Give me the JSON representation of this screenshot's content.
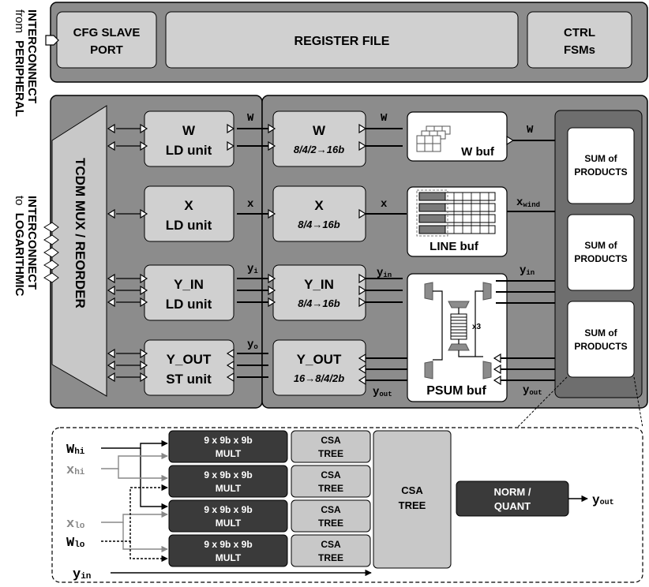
{
  "side_labels": {
    "peripheral": {
      "prefix": "from",
      "name_line1": "PERIPHERAL",
      "name_line2": "INTERCONNECT"
    },
    "logarithmic": {
      "prefix": "to",
      "name_line1": "LOGARITHMIC",
      "name_line2": "INTERCONNECT"
    }
  },
  "top_bar": {
    "cfg_line1": "CFG SLAVE",
    "cfg_line2": "PORT",
    "register_file": "REGISTER FILE",
    "ctrl_line1": "CTRL",
    "ctrl_line2": "FSMs"
  },
  "tcdm": "TCDM MUX / REORDER",
  "ld_units": [
    {
      "line1": "W",
      "line2": "LD unit"
    },
    {
      "line1": "X",
      "line2": "LD unit"
    },
    {
      "line1": "Y_IN",
      "line2": "LD unit"
    },
    {
      "line1": "Y_OUT",
      "line2": "ST unit"
    }
  ],
  "bus_labels": {
    "w": "W",
    "x": "x",
    "yi_base": "y",
    "yi_sub": "i",
    "yo_base": "y",
    "yo_sub": "o"
  },
  "converters": [
    {
      "line1": "W",
      "line2": "8/4/2→16b"
    },
    {
      "line1": "X",
      "line2": "8/4→16b"
    },
    {
      "line1": "Y_IN",
      "line2": "8/4→16b"
    },
    {
      "line1": "Y_OUT",
      "line2": "16→8/4/2b"
    }
  ],
  "conv_out_labels": {
    "w": "W",
    "x": "x",
    "yin_base": "y",
    "yin_sub": "in",
    "yout_base": "y",
    "yout_sub": "out"
  },
  "buffers": {
    "w_buf": "W buf",
    "line_buf": "LINE buf",
    "psum_buf": "PSUM buf",
    "psum_repeat": "x3"
  },
  "buf_out_labels": {
    "w": "W",
    "xwind_base": "x",
    "xwind_sub": "wind",
    "yin_base": "y",
    "yin_sub": "in",
    "yout_base": "y",
    "yout_sub": "out"
  },
  "sop": [
    {
      "line1": "SUM of",
      "line2": "PRODUCTS"
    },
    {
      "line1": "SUM of",
      "line2": "PRODUCTS"
    },
    {
      "line1": "SUM of",
      "line2": "PRODUCTS"
    }
  ],
  "detail": {
    "inputs": [
      {
        "base": "W",
        "sub": "hi",
        "color": "#000000"
      },
      {
        "base": "x",
        "sub": "hi",
        "color": "#888888"
      },
      {
        "base": "x",
        "sub": "lo",
        "color": "#888888"
      },
      {
        "base": "W",
        "sub": "lo",
        "color": "#000000"
      }
    ],
    "yin_base": "y",
    "yin_sub": "in",
    "mults": [
      {
        "line1": "9 x 9b x 9b",
        "line2": "MULT"
      },
      {
        "line1": "9 x 9b x 9b",
        "line2": "MULT"
      },
      {
        "line1": "9 x 9b x 9b",
        "line2": "MULT"
      },
      {
        "line1": "9 x 9b x 9b",
        "line2": "MULT"
      }
    ],
    "csa_small": [
      {
        "line1": "CSA",
        "line2": "TREE"
      },
      {
        "line1": "CSA",
        "line2": "TREE"
      },
      {
        "line1": "CSA",
        "line2": "TREE"
      },
      {
        "line1": "CSA",
        "line2": "TREE"
      }
    ],
    "csa_big": {
      "line1": "CSA",
      "line2": "TREE"
    },
    "norm": {
      "line1": "NORM /",
      "line2": "QUANT"
    },
    "yout_base": "y",
    "yout_sub": "out"
  },
  "colors": {
    "outer_dark": "#8c8c8c",
    "panel_mid": "#a9a9a9",
    "block_light": "#d0d0d0",
    "sop_strip": "#6e6e6e",
    "mult_dark": "#3a3a3a",
    "white": "#ffffff"
  }
}
